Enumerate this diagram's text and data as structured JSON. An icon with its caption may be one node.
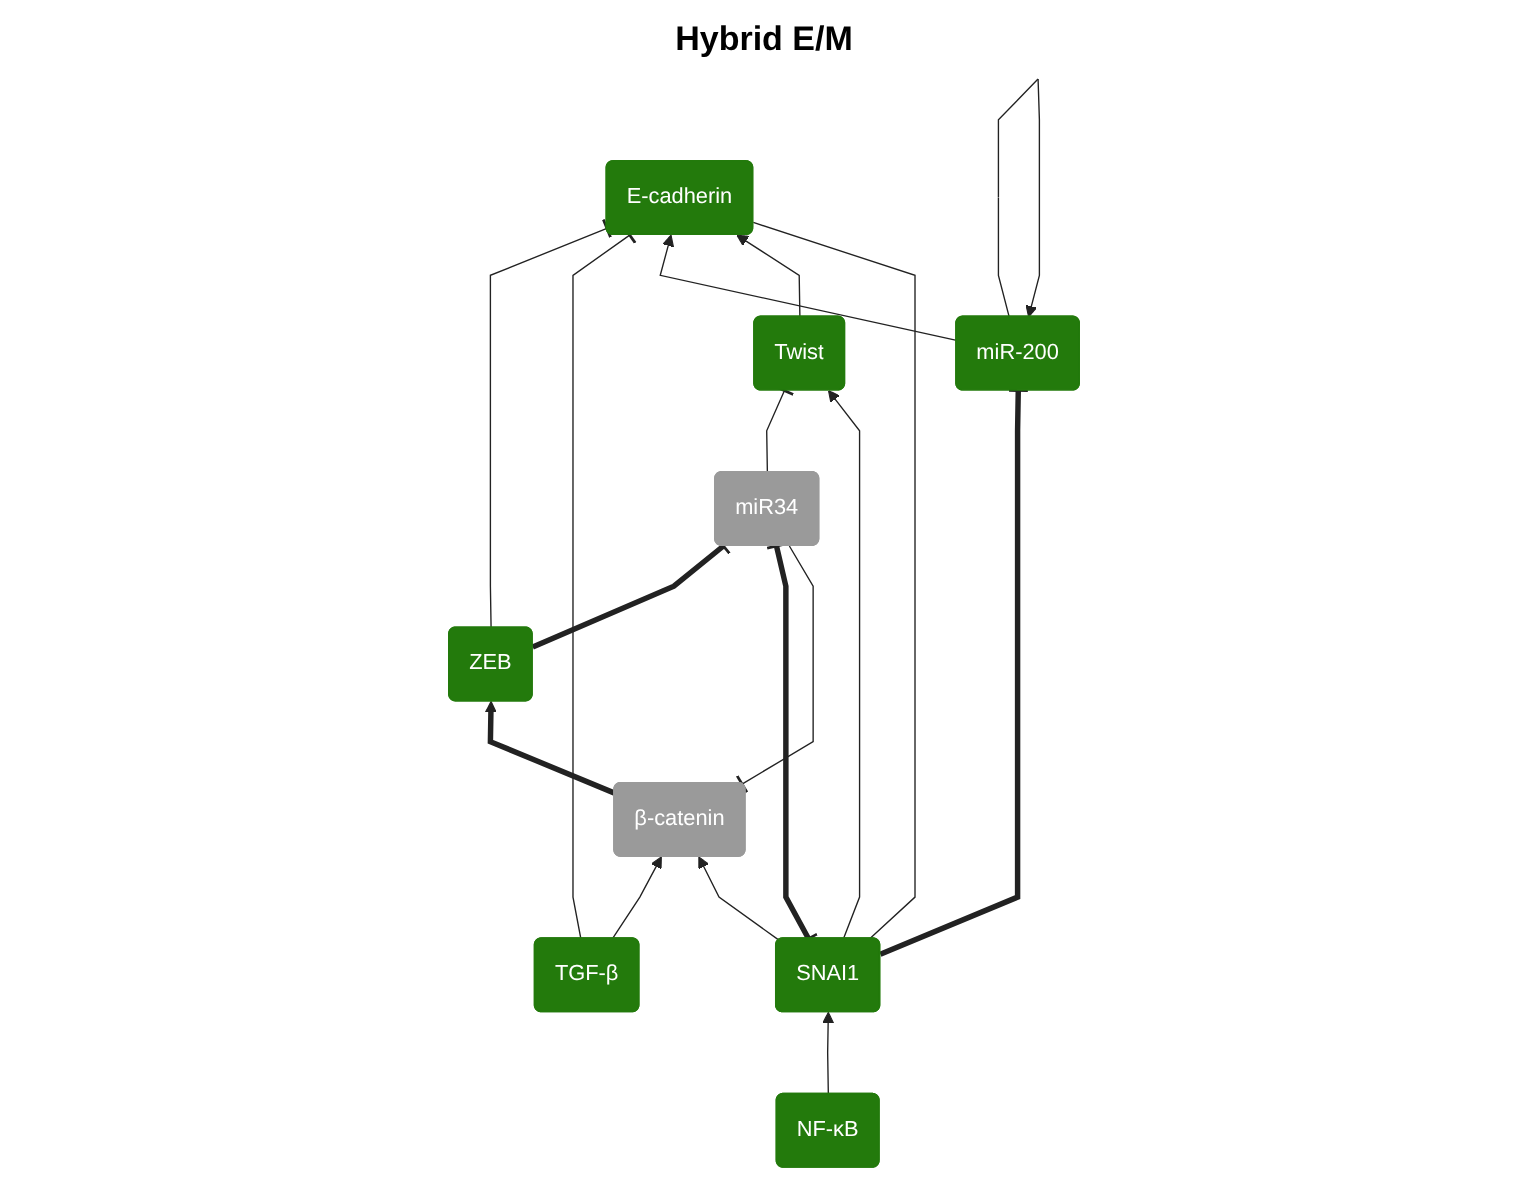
{
  "diagram": {
    "title": "Hybrid E/M",
    "nodes": [
      {
        "text": [
          "E-cadherin"
        ]
      },
      {
        "text": [
          "TGF-β"
        ]
      },
      {
        "text": [
          "ZEB"
        ]
      },
      {
        "text": [
          "miR34"
        ]
      },
      {
        "text": [
          "Twist"
        ]
      },
      {
        "text": [
          "miR-200"
        ]
      },
      {
        "text": [
          "β-catenin"
        ]
      },
      {
        "text": [
          "NF-κB"
        ]
      },
      {
        "text": [
          "SNAI1"
        ]
      }
    ],
    "edges": [
      {
        "from": 2,
        "to": 0,
        "arrow": "other"
      },
      {
        "from": 1,
        "to": 0,
        "arrow": "other"
      },
      {
        "from": 2,
        "to": 3,
        "arrow": "other",
        "style": "thick"
      },
      {
        "from": 6,
        "to": 2,
        "arrow": "to",
        "style": "thick"
      },
      {
        "from": 5,
        "to": 0,
        "arrow": "to"
      },
      {
        "from": 5,
        "to": 5,
        "arrow": "to"
      },
      {
        "from": 3,
        "to": 6,
        "arrow": "other"
      },
      {
        "from": 1,
        "to": 6,
        "arrow": "to"
      },
      {
        "from": 3,
        "to": 4,
        "arrow": "other"
      },
      {
        "from": 4,
        "to": 0,
        "arrow": "to"
      },
      {
        "from": 8,
        "to": 3,
        "arrow": "other",
        "style": "thick"
      },
      {
        "from": 8,
        "to": 0,
        "arrow": "none"
      },
      {
        "from": 8,
        "to": 5,
        "arrow": "other",
        "style": "thick"
      },
      {
        "from": 8,
        "to": 6,
        "arrow": "to"
      },
      {
        "from": 8,
        "to": 4,
        "arrow": "to"
      },
      {
        "from": 7,
        "to": 8,
        "arrow": "to"
      }
    ]
  }
}
